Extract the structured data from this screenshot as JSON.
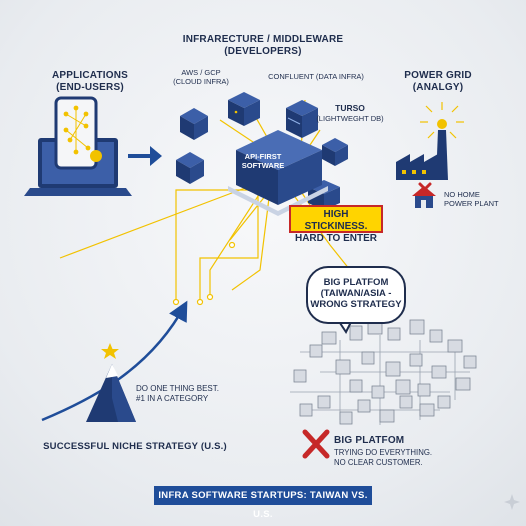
{
  "header": {
    "title_line1": "INFRARECTURE / MIDDLEWARE",
    "title_line2": "(DEVELOPERS)"
  },
  "applications": {
    "line1": "APPLICATIONS",
    "line2": "(END-USERS)"
  },
  "labels": {
    "aws_line1": "AWS / GCP",
    "aws_line2": "(CLOUD INFRA)",
    "confluent": "CONFLUENT (DATA INFRA)",
    "turso_line1": "TURSO",
    "turso_line2": "(LIGHTWEGHT DB)",
    "api_line1": "API-FIRST",
    "api_line2": "SOFTWARE"
  },
  "power_grid": {
    "line1": "POWER GRID",
    "line2": "(ANALGY)",
    "no_home_line1": "NO HOME",
    "no_home_line2": "POWER PLANT"
  },
  "high_stickiness": {
    "line1": "HIGH STICKINESS.",
    "line2": "HARD TO ENTER"
  },
  "bubble": {
    "line1": "BIG PLATFOM",
    "line2": "(TAIWAN/ASIA -",
    "line3": "WRONG STRATEGY"
  },
  "niche": {
    "desc_line1": "DO ONE THING BEST.",
    "desc_line2": "#1 IN A CATEGORY",
    "caption": "SUCCESSFUL NICHE STRATEGY (U.S.)"
  },
  "big_platform": {
    "title": "BIG PLATFOM",
    "line1": "TRYING DO EVERYTHING.",
    "line2": "NO CLEAR CUSTOMER."
  },
  "footer": {
    "banner": "INFRA SOFTWARE STARTUPS: TAIWAN VS. U.S."
  },
  "colors": {
    "navy": "#1f2d4d",
    "blue": "#1f4d99",
    "yellow": "#f2c200",
    "red": "#c62828"
  }
}
